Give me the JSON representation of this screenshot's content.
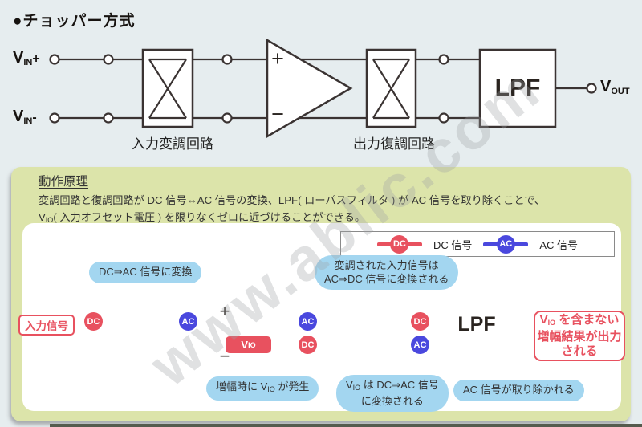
{
  "title": "●チョッパー方式",
  "watermark": "www.ablic.com",
  "signals": {
    "dc": "DC",
    "ac": "AC"
  },
  "top_circuit": {
    "vin_plus_base": "V",
    "vin_plus_sub": "IN",
    "vin_plus_sign": "+",
    "vin_minus_base": "V",
    "vin_minus_sub": "IN",
    "vin_minus_sign": "-",
    "vout_base": "V",
    "vout_sub": "OUT",
    "amp_plus": "+",
    "amp_minus": "−",
    "lpf": "LPF",
    "input_modulator_label": "入力変調回路",
    "output_demodulator_label": "出力復調回路"
  },
  "principle": {
    "heading": "動作原理",
    "line1": "変調回路と復調回路が DC 信号⇔AC 信号の変換、LPF( ローパスフィルタ ) が AC 信号を取り除くことで、",
    "line2_base": "V",
    "line2_sub": "IO",
    "line2_rest": "( 入力オフセット電圧 ) を限りなくゼロに近づけることができる。"
  },
  "legend": {
    "dc_label": "DC 信号",
    "ac_label": "AC 信号"
  },
  "detail": {
    "input_signal": "入力信号",
    "vio_base": "V",
    "vio_sub": "IO",
    "amp_plus": "+",
    "amp_minus": "−",
    "lpf": "LPF",
    "bubble_dc_to_ac": "DC⇒AC 信号に変換",
    "bubble_mod_line1": "変調された入力信号は",
    "bubble_mod_line2": "AC⇒DC 信号に変換される",
    "bubble_vio_pre": "増幅時に V",
    "bubble_vio_sub": "IO",
    "bubble_vio_post": " が発生",
    "bubble_demod_pre": "V",
    "bubble_demod_sub": "IO",
    "bubble_demod_post": " は DC⇒AC 信号",
    "bubble_demod_line2": "に変換される",
    "bubble_lpf": "AC 信号が取り除かれる",
    "output_line1_pre": "V",
    "output_line1_sub": "IO",
    "output_line1_post": " を含まない",
    "output_line2": "増幅結果が出力",
    "output_line3": "される"
  }
}
